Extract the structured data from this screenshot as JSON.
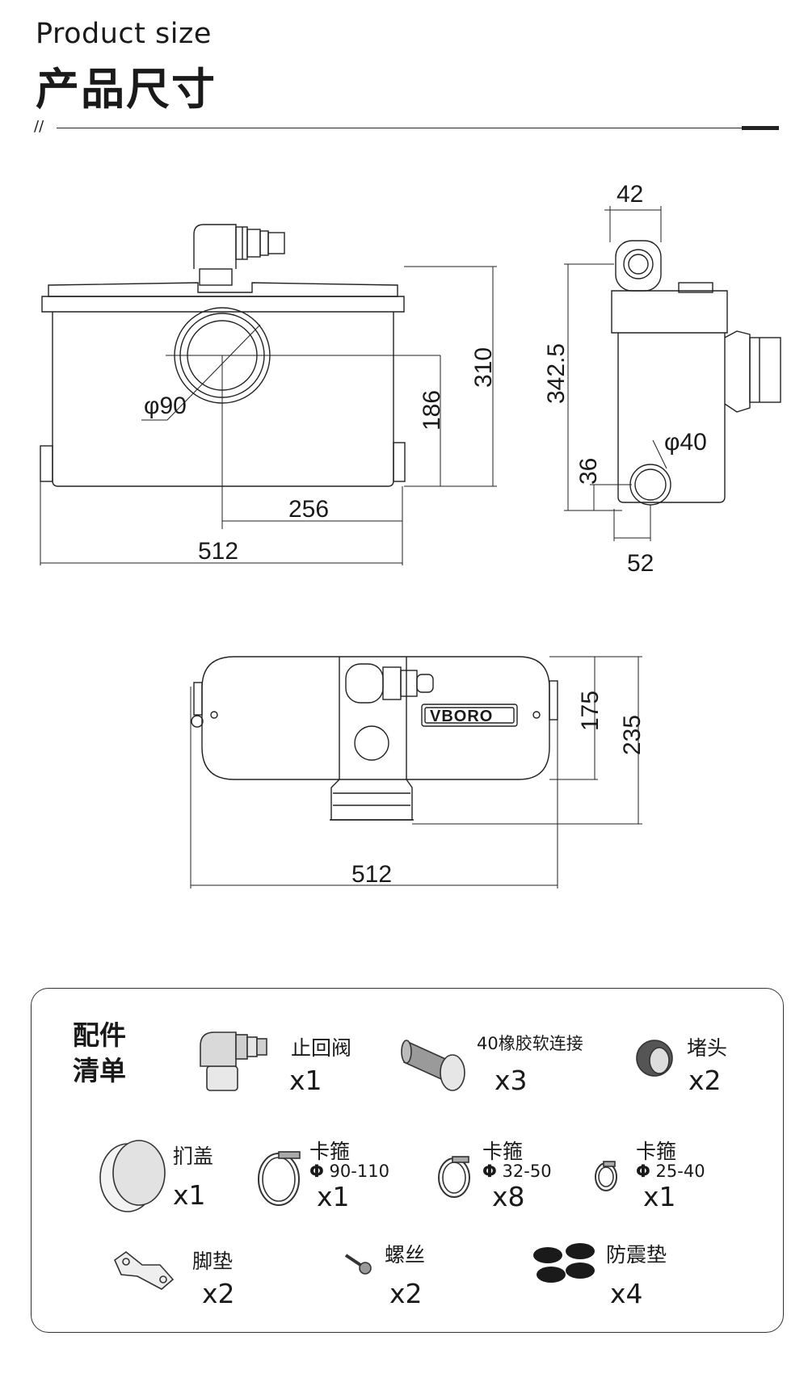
{
  "header": {
    "title_en": "Product size",
    "title_cn": "产品尺寸",
    "divider_mark": "//"
  },
  "dimensions": {
    "front": {
      "pipe": "φ90",
      "height_total": "310",
      "inlet_height": "186",
      "center_offset": "256",
      "width": "512"
    },
    "side": {
      "top_width": "42",
      "height": "342.5",
      "outlet": "φ40",
      "outlet_height": "36",
      "outlet_offset": "52"
    },
    "top": {
      "brand": "VBORO",
      "depth_body": "175",
      "depth_total": "235",
      "width": "512"
    }
  },
  "accessories": {
    "title_line1": "配件",
    "title_line2": "清单",
    "items": [
      {
        "name": "止回阀",
        "spec_symbol": "",
        "spec": "",
        "qty": "x1",
        "icon": "check-valve-icon"
      },
      {
        "name": "40橡胶软连接",
        "spec_symbol": "",
        "spec": "",
        "qty": "x3",
        "icon": "rubber-connector-icon"
      },
      {
        "name": "堵头",
        "spec_symbol": "",
        "spec": "",
        "qty": "x2",
        "icon": "plug-icon"
      },
      {
        "name": "扪盖",
        "spec_symbol": "",
        "spec": "",
        "qty": "x1",
        "icon": "cap-icon"
      },
      {
        "name": "卡箍",
        "spec_symbol": "Φ",
        "spec": "90-110",
        "qty": "x1",
        "icon": "clamp-icon"
      },
      {
        "name": "卡箍",
        "spec_symbol": "Φ",
        "spec": "32-50",
        "qty": "x8",
        "icon": "clamp-icon"
      },
      {
        "name": "卡箍",
        "spec_symbol": "Φ",
        "spec": "25-40",
        "qty": "x1",
        "icon": "clamp-icon"
      },
      {
        "name": "脚垫",
        "spec_symbol": "",
        "spec": "",
        "qty": "x2",
        "icon": "foot-bracket-icon"
      },
      {
        "name": "螺丝",
        "spec_symbol": "",
        "spec": "",
        "qty": "x2",
        "icon": "screw-icon"
      },
      {
        "name": "防震垫",
        "spec_symbol": "",
        "spec": "",
        "qty": "x4",
        "icon": "shock-pad-icon"
      }
    ]
  }
}
